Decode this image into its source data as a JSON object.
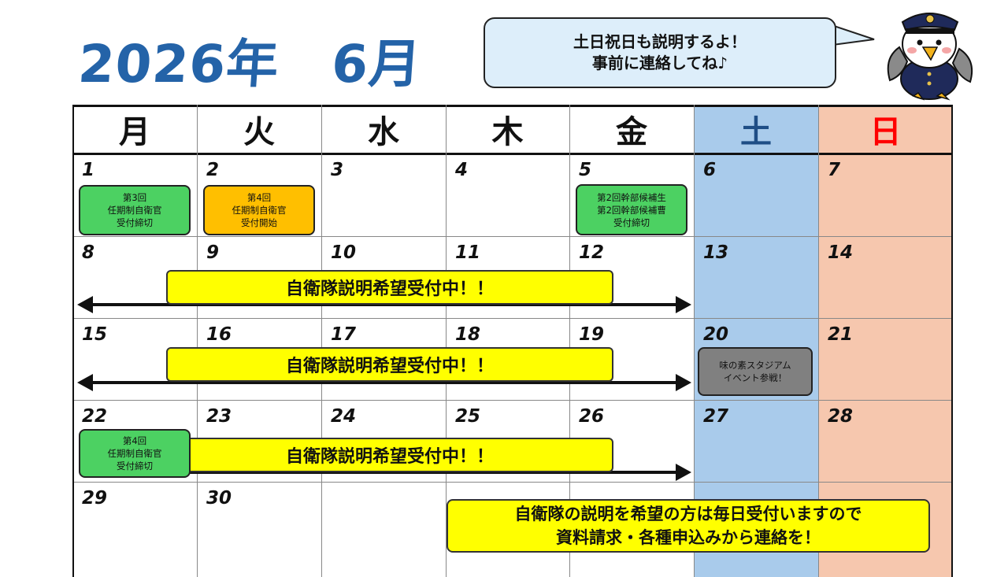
{
  "title": "2026年　6月",
  "bubble": {
    "line1": "土日祝日も説明するよ！",
    "line2": "事前に連絡してね♪"
  },
  "mascot": {
    "icon": "police-bird-mascot"
  },
  "weekdays": [
    "月",
    "火",
    "水",
    "木",
    "金",
    "土",
    "日"
  ],
  "colors": {
    "saturday": "#a9cbeb",
    "sunday": "#f6c7ae",
    "title": "#2463a8",
    "sat_text": "#1f4e86",
    "sun_text": "#ff0000"
  },
  "weeks": [
    [
      "1",
      "2",
      "3",
      "4",
      "5",
      "6",
      "7"
    ],
    [
      "8",
      "9",
      "10",
      "11",
      "12",
      "13",
      "14"
    ],
    [
      "15",
      "16",
      "17",
      "18",
      "19",
      "20",
      "21"
    ],
    [
      "22",
      "23",
      "24",
      "25",
      "26",
      "27",
      "28"
    ],
    [
      "29",
      "30",
      "",
      "",
      "",
      "",
      ""
    ]
  ],
  "events": {
    "e1": {
      "l1": "第3回",
      "l2": "任期制自衛官",
      "l3": "受付締切"
    },
    "e2": {
      "l1": "第4回",
      "l2": "任期制自衛官",
      "l3": "受付開始"
    },
    "e3": {
      "l1": "第2回幹部候補生",
      "l2": "第2回幹部候補曹",
      "l3": "受付締切"
    },
    "e4": {
      "l1": "味の素スタジアム",
      "l2": "イベント参戦！"
    },
    "e5": {
      "l1": "第4回",
      "l2": "任期制自衛官",
      "l3": "受付締切"
    }
  },
  "banner_text": "自衛隊説明希望受付中！！",
  "notice": {
    "line1": "自衛隊の説明を希望の方は毎日受付いますので",
    "line2": "資料請求・各種申込みから連絡を！"
  }
}
